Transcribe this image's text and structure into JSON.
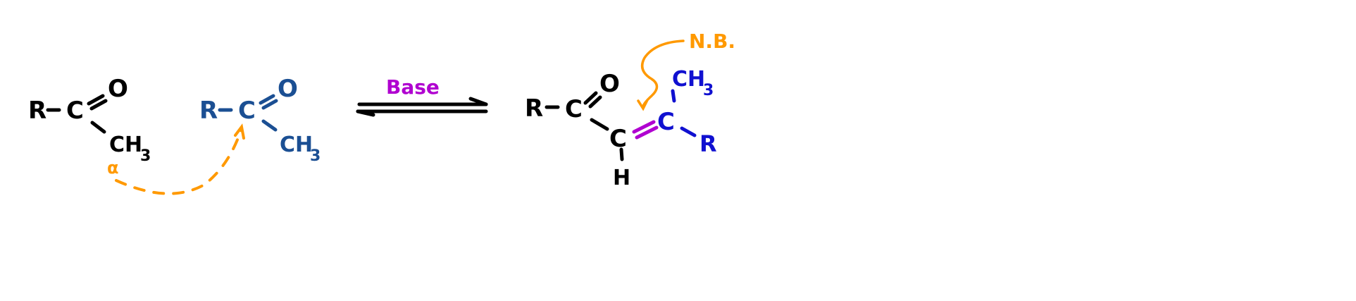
{
  "colors": {
    "black": "#000000",
    "reactant_blue": "#1b4f93",
    "product_blue": "#1010d0",
    "orange": "#ff9900",
    "purple": "#b000d0"
  },
  "reactant1": {
    "r": "R",
    "c": "C",
    "o": "O",
    "ch": "CH",
    "sub": "3",
    "alpha": "α"
  },
  "reactant2": {
    "r": "R",
    "c": "C",
    "o": "O",
    "ch": "CH",
    "sub": "3"
  },
  "reagent": "Base",
  "product": {
    "r": "R",
    "c1": "C",
    "o": "O",
    "c2": "C",
    "h": "H",
    "c3": "C",
    "ch": "CH",
    "sub": "3",
    "r2": "R"
  },
  "note": "N.B."
}
